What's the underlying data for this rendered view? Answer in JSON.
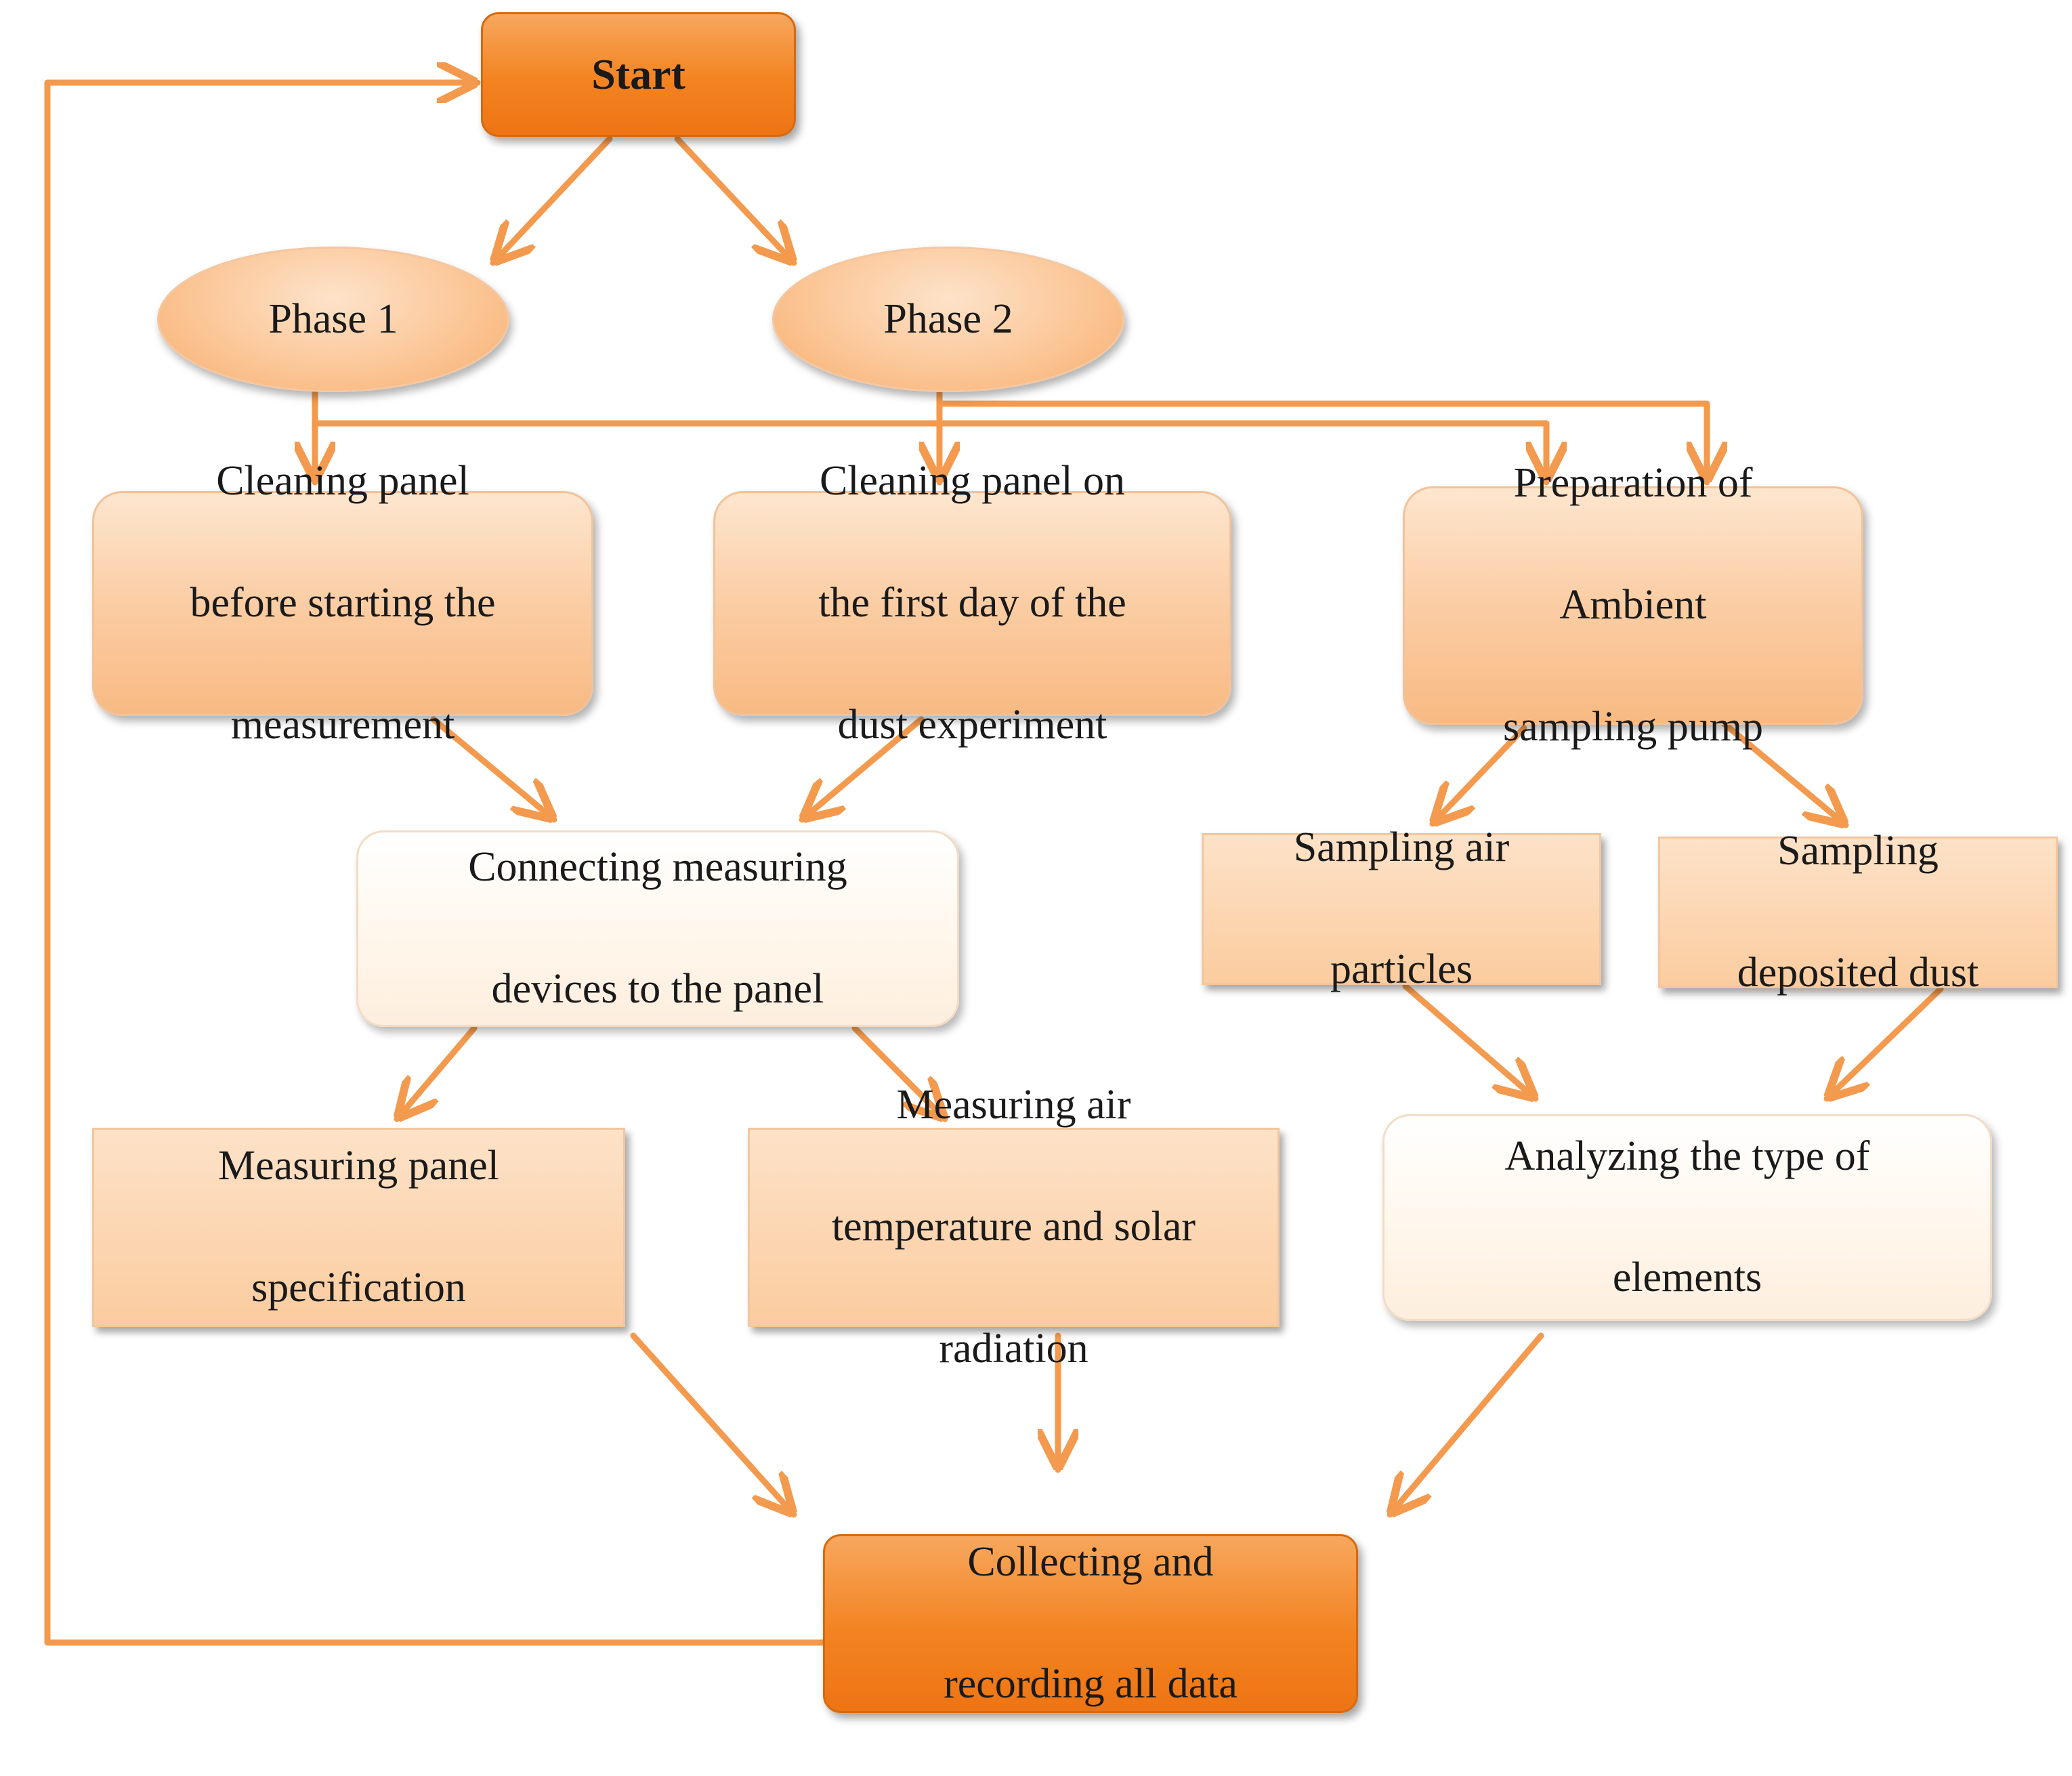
{
  "colors": {
    "arrow": "#f39a4e",
    "node_dark": "#f38320",
    "node_soft": "#fbcda4",
    "node_pale": "#fff6ea"
  },
  "nodes": {
    "start": "Start",
    "phase1": "Phase 1",
    "phase2": "Phase 2",
    "cleaning_before": [
      "Cleaning panel",
      "before starting the",
      "measurement"
    ],
    "cleaning_first_day": [
      "Cleaning panel on",
      "the first day of the",
      "dust experiment"
    ],
    "preparation_pump": [
      "Preparation of",
      "Ambient",
      "sampling pump"
    ],
    "connecting_devices": [
      "Connecting measuring",
      "devices to the panel"
    ],
    "sampling_air": [
      "Sampling air",
      "particles"
    ],
    "sampling_dust": [
      "Sampling",
      "deposited dust"
    ],
    "measuring_panel": [
      "Measuring panel",
      "specification"
    ],
    "measuring_air": [
      "Measuring air",
      "temperature and solar",
      "radiation"
    ],
    "analyzing_elements": [
      "Analyzing the type of",
      "elements"
    ],
    "collecting_data": [
      "Collecting and",
      "recording all data"
    ]
  }
}
